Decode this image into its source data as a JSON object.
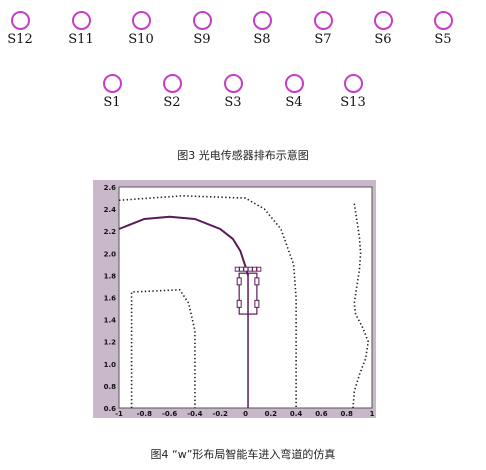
{
  "sensors_row1": [
    "S12",
    "S11",
    "S10",
    "S9",
    "S8",
    "S7",
    "S6",
    "S5"
  ],
  "sensors_row2": [
    "S1",
    "S2",
    "S3",
    "S4",
    "S13"
  ],
  "sensor_color": "#c53ec5",
  "caption1": "图3  光电传感器排布示意图",
  "caption2": "图4  “w”形布局智能车进入弯道的仿真",
  "plot": {
    "x_ticks": [
      "-1",
      "-0.8",
      "-0.6",
      "-0.4",
      "-0.2",
      "0",
      "0.2",
      "0.4",
      "0.6",
      "0.8",
      "1"
    ],
    "y_ticks": [
      "2.6",
      "2.4",
      "2.2",
      "2.0",
      "1.8",
      "1.6",
      "1.4",
      "1.2",
      "1.0",
      "0.8",
      "0.6"
    ],
    "xlim": [
      -1,
      1
    ],
    "ylim": [
      0.6,
      2.6
    ],
    "path_color": "#5a1a5a",
    "frame_color": "#c9b8c9",
    "dot_color": "#222222",
    "trajectory": [
      [
        -1,
        2.22
      ],
      [
        -0.8,
        2.31
      ],
      [
        -0.6,
        2.33
      ],
      [
        -0.4,
        2.31
      ],
      [
        -0.2,
        2.22
      ],
      [
        -0.1,
        2.13
      ],
      [
        -0.04,
        2.02
      ],
      [
        0,
        1.88
      ],
      [
        0.02,
        1.8
      ]
    ],
    "inner_track": [
      [
        -0.9,
        0.6
      ],
      [
        -0.9,
        1.65
      ],
      [
        -0.52,
        1.67
      ],
      [
        -0.45,
        1.55
      ],
      [
        -0.4,
        1.3
      ],
      [
        -0.4,
        0.6
      ]
    ],
    "outer_track": [
      [
        -1,
        2.48
      ],
      [
        -0.5,
        2.52
      ],
      [
        0,
        2.5
      ],
      [
        0.15,
        2.4
      ],
      [
        0.28,
        2.22
      ],
      [
        0.38,
        1.9
      ],
      [
        0.4,
        1.6
      ],
      [
        0.4,
        0.6
      ]
    ],
    "right_track": [
      [
        0.86,
        2.45
      ],
      [
        0.88,
        2.3
      ],
      [
        0.9,
        2.15
      ],
      [
        0.91,
        2.0
      ],
      [
        0.9,
        1.85
      ],
      [
        0.88,
        1.7
      ],
      [
        0.86,
        1.55
      ],
      [
        0.87,
        1.45
      ],
      [
        0.93,
        1.32
      ],
      [
        0.97,
        1.2
      ],
      [
        0.95,
        1.05
      ],
      [
        0.9,
        0.9
      ],
      [
        0.86,
        0.75
      ],
      [
        0.85,
        0.6
      ]
    ],
    "car": {
      "center_x": 0.02,
      "top_y": 1.82,
      "bottom_y": 1.45,
      "half_width": 0.07,
      "path_end_y": 0.6
    }
  }
}
